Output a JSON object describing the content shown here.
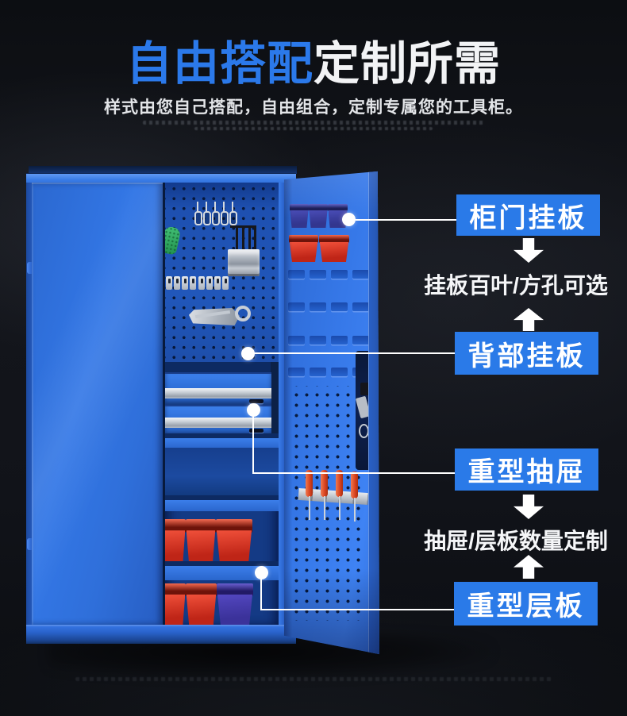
{
  "header": {
    "title_highlight": "自由搭配",
    "title_rest": "定制所需",
    "subtitle": "样式由您自己搭配，自由组合，定制专属您的工具柜。"
  },
  "callouts": [
    {
      "label": "柜门挂板"
    },
    {
      "label": "背部挂板"
    },
    {
      "label": "重型抽屉"
    },
    {
      "label": "重型层板"
    }
  ],
  "notes": [
    {
      "text": "挂板百叶/方孔可选"
    },
    {
      "text": "抽屉/层板数量定制"
    }
  ],
  "colors": {
    "title_blue": "#2b79ea",
    "label_blue": "#2a7ae8",
    "cabinet_blue": "#2f6fd8",
    "pegboard_blue": "#1d4fae",
    "bin_red": "#e03424",
    "bin_navy": "#3c3fa6",
    "bin_purple": "#4a3fb4",
    "background": "#101218",
    "text_white": "#f5f6f8"
  }
}
